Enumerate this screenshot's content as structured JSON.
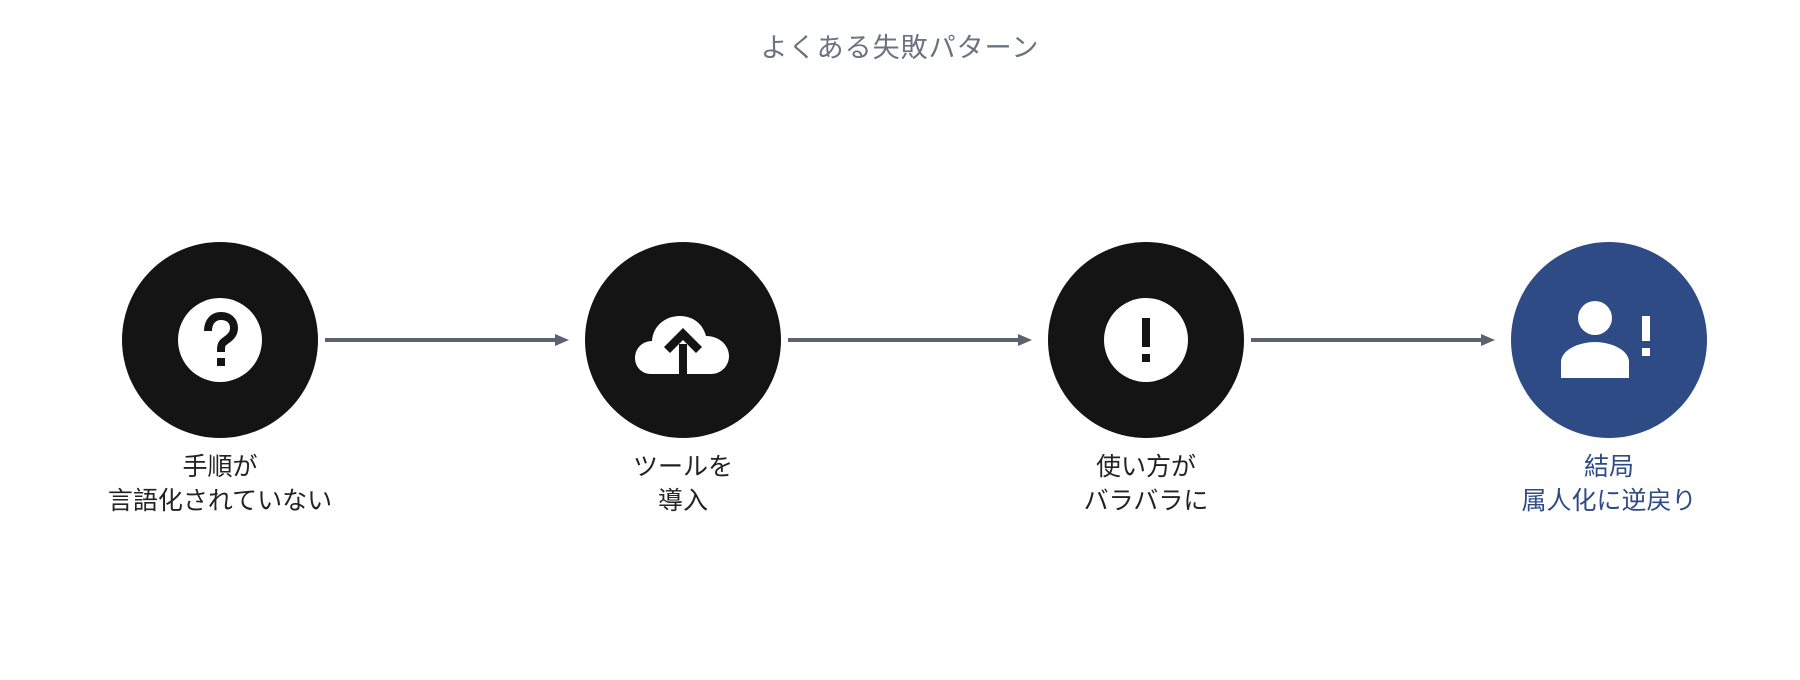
{
  "title": "よくある失敗パターン",
  "colors": {
    "title": "#6b7280",
    "step_fill": "#141414",
    "final_fill": "#2f4b86",
    "label_text": "#222222",
    "final_label_text": "#2f4b86",
    "arrow": "#5b6270",
    "icon": "#ffffff"
  },
  "steps": [
    {
      "icon": "question-icon",
      "line1": "手順が",
      "line2": "言語化されていない"
    },
    {
      "icon": "cloud-upload-icon",
      "line1": "ツールを",
      "line2": "導入"
    },
    {
      "icon": "exclamation-icon",
      "line1": "使い方が",
      "line2": "バラバラに"
    },
    {
      "icon": "person-alert-icon",
      "line1": "結局",
      "line2": "属人化に逆戻り"
    }
  ]
}
